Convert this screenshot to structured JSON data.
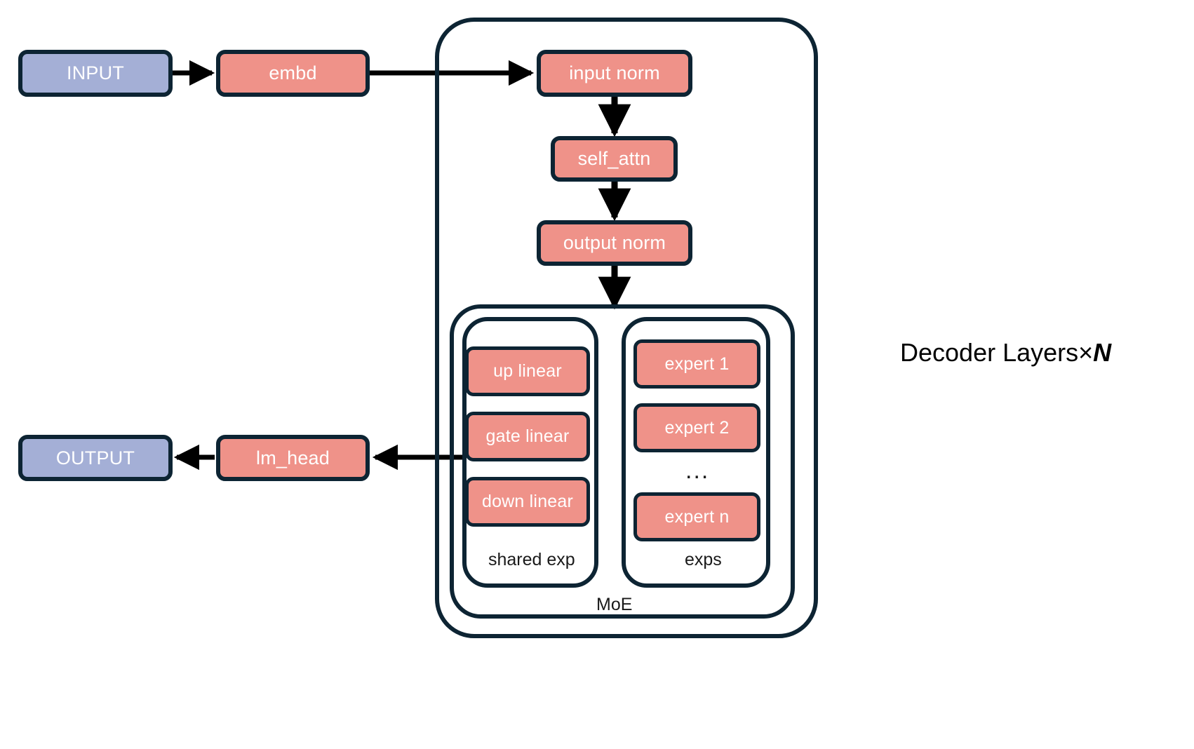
{
  "diagram": {
    "title_caption": "Decoder Layers×",
    "caption_symbol": "N",
    "colors": {
      "accent_salmon": "#ef9289",
      "accent_blue": "#a4afd6",
      "stroke_dark": "#0d2433",
      "background": "#ffffff",
      "label_text": "#1a1a1a"
    }
  },
  "nodes": {
    "input": "INPUT",
    "embd": "embd",
    "input_norm": "input norm",
    "self_attn": "self_attn",
    "output_norm": "output norm",
    "lm_head": "lm_head",
    "output": "OUTPUT"
  },
  "shared_expert": {
    "label": "shared exp",
    "layers": [
      "up linear",
      "gate linear",
      "down linear"
    ]
  },
  "experts": {
    "label": "exps",
    "items": [
      "expert 1",
      "expert 2",
      "expert n"
    ],
    "ellipsis": "..."
  },
  "moe": {
    "label": "MoE"
  }
}
